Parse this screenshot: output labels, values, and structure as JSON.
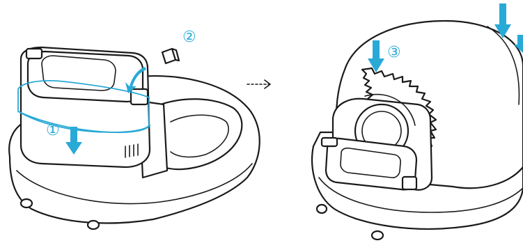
{
  "steps": {
    "step1": "①",
    "step2": "②",
    "step3": "③"
  },
  "colors": {
    "accent": "#29a9d6",
    "line": "#1a1a1a",
    "background": "#ffffff"
  },
  "icons": {
    "transition": "dashed-arrow-icon",
    "down": "down-arrow-icon",
    "curved": "curved-arrow-icon"
  }
}
